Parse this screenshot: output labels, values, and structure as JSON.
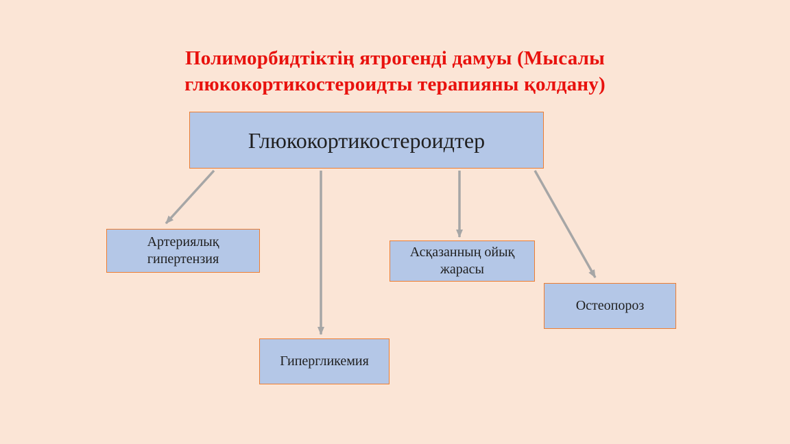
{
  "slide": {
    "title": "Полиморбидтіктің ятрогенді дамуы (Мысалы\nглюкокортикостероидты терапияны қолдану)"
  },
  "diagram": {
    "root": {
      "label": "Глюкокортикостероидтер"
    },
    "children": [
      {
        "id": "arterial-hypertension",
        "label": "Артериялық\nгипертензия"
      },
      {
        "id": "peptic-ulcer",
        "label": "Асқазанның ойық\nжарасы"
      },
      {
        "id": "osteoporosis",
        "label": "Остеопороз"
      },
      {
        "id": "hyperglycemia",
        "label": "Гипергликемия"
      }
    ]
  },
  "colors": {
    "bg": "#fbe5d6",
    "box-fill": "#b4c7e7",
    "box-border": "#ed7d31",
    "title-color": "#e8120e",
    "ink": "#1f1f1f",
    "line": "#a6a6a6"
  }
}
